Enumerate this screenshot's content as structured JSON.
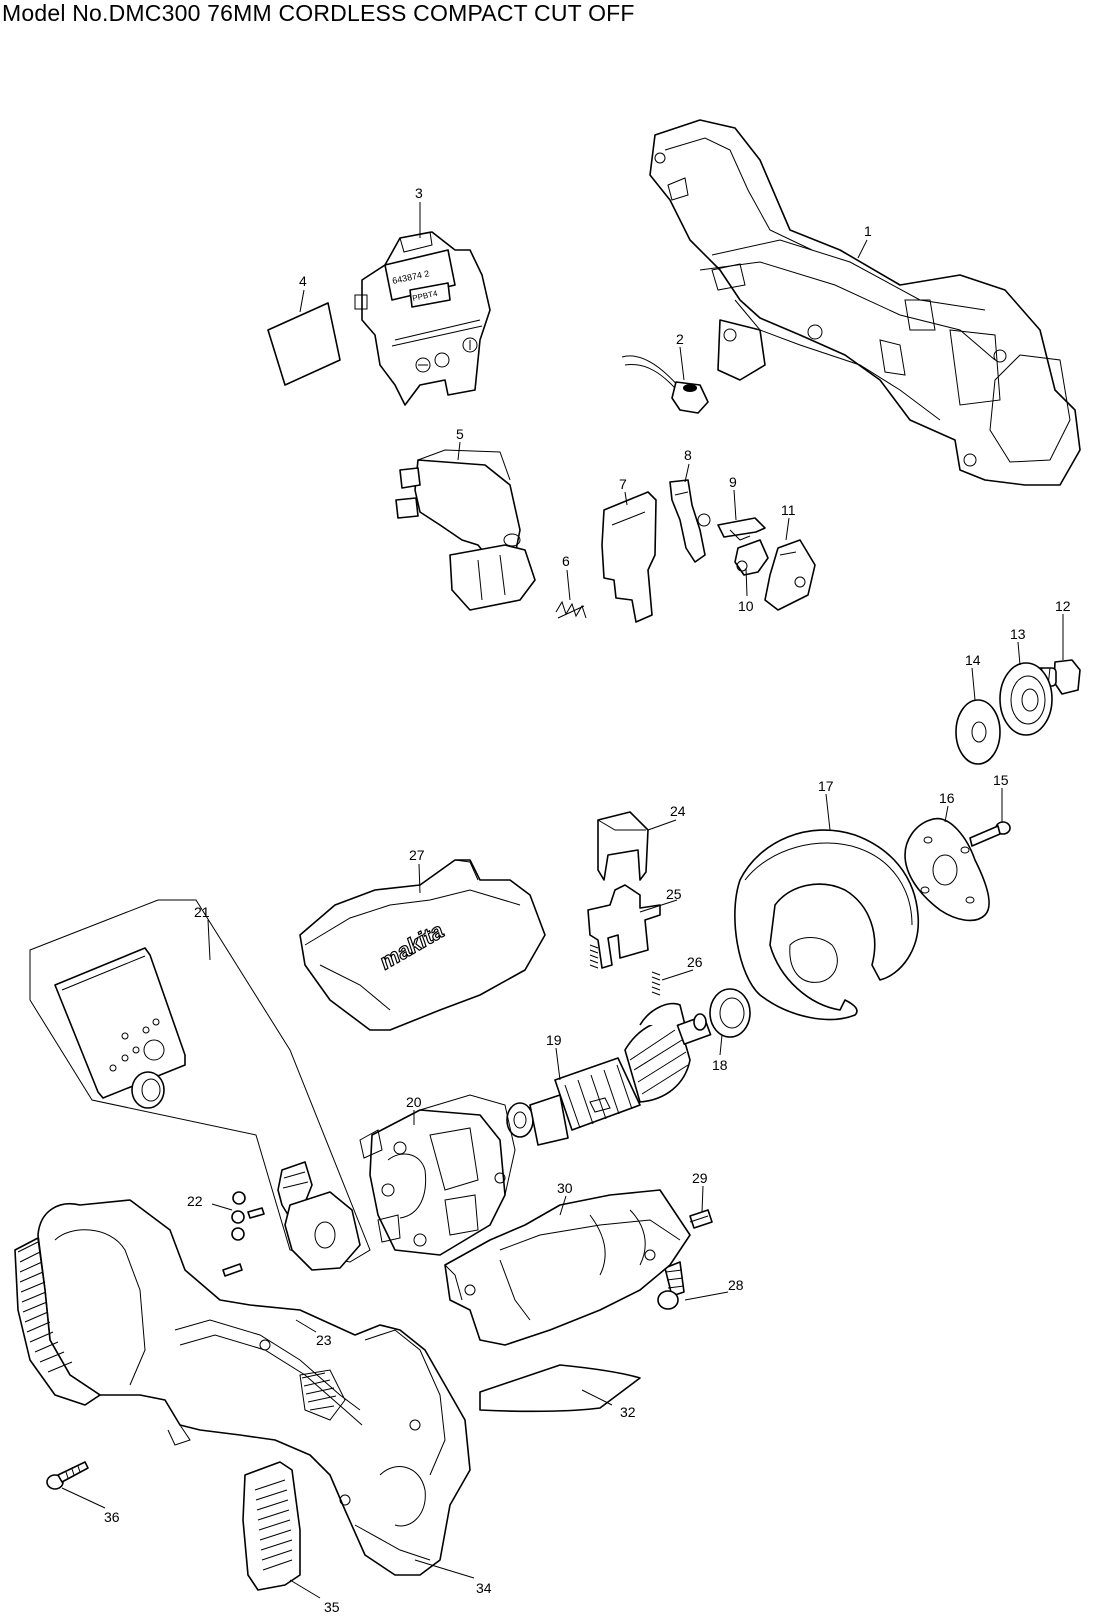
{
  "title": "Model No.DMC300 76MM CORDLESS COMPACT CUT OFF",
  "parts": [
    {
      "no": "1"
    },
    {
      "no": "2"
    },
    {
      "no": "3"
    },
    {
      "no": "4"
    },
    {
      "no": "5"
    },
    {
      "no": "6"
    },
    {
      "no": "7"
    },
    {
      "no": "8"
    },
    {
      "no": "9"
    },
    {
      "no": "10"
    },
    {
      "no": "11"
    },
    {
      "no": "12"
    },
    {
      "no": "13"
    },
    {
      "no": "14"
    },
    {
      "no": "15"
    },
    {
      "no": "16"
    },
    {
      "no": "17"
    },
    {
      "no": "18"
    },
    {
      "no": "19"
    },
    {
      "no": "20"
    },
    {
      "no": "21"
    },
    {
      "no": "22"
    },
    {
      "no": "23"
    },
    {
      "no": "24"
    },
    {
      "no": "25"
    },
    {
      "no": "26"
    },
    {
      "no": "27"
    },
    {
      "no": "28"
    },
    {
      "no": "29"
    },
    {
      "no": "30"
    },
    {
      "no": "32"
    },
    {
      "no": "34"
    },
    {
      "no": "35"
    },
    {
      "no": "36"
    }
  ],
  "markings": {
    "switch_code": "643874 2",
    "switch_tag": "PPBT4",
    "brand_logo": "makita"
  }
}
